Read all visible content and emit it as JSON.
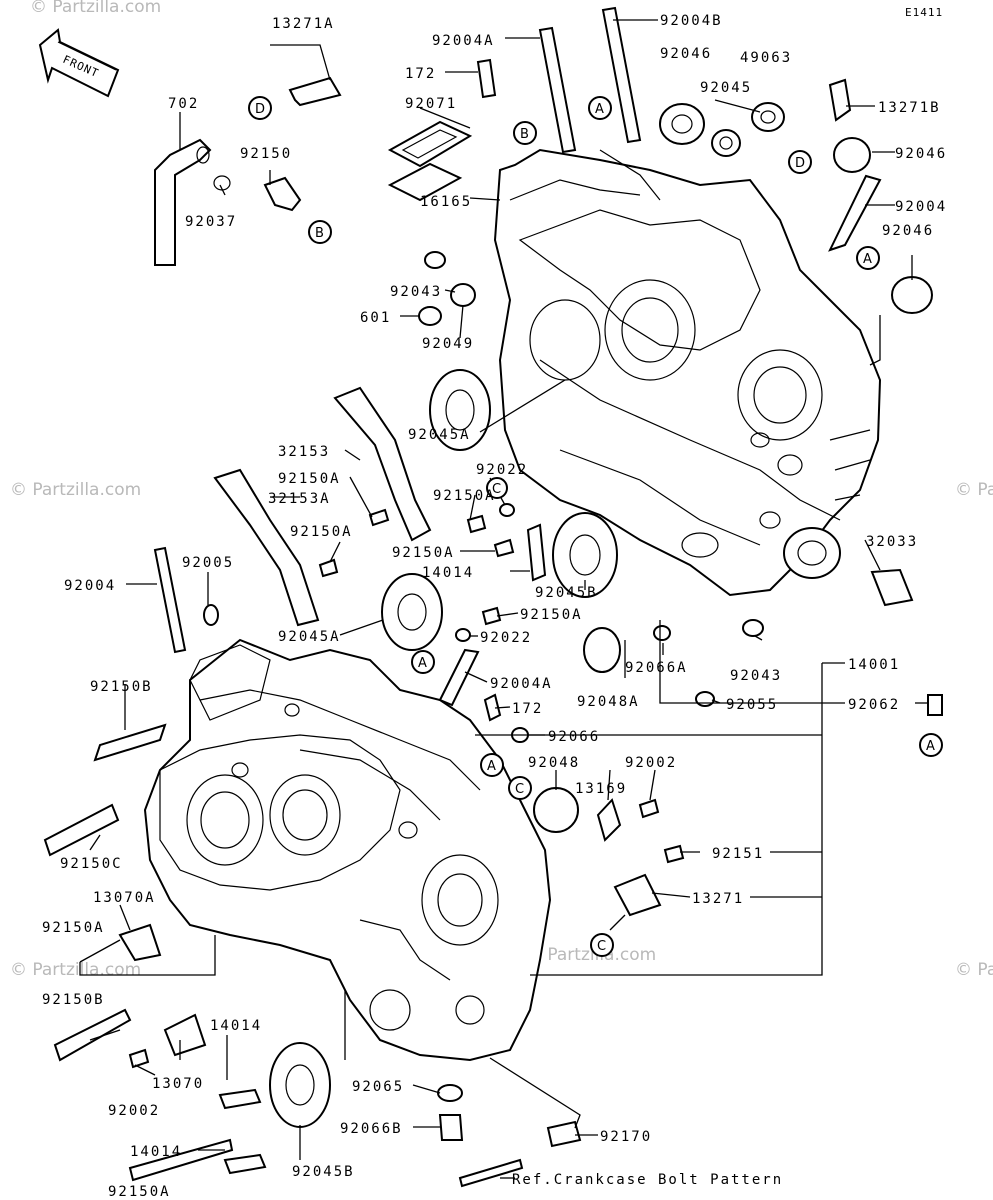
{
  "diagram_id": "E1411",
  "front_label": "FRONT",
  "watermark": "© Partzilla.com",
  "ref_note": "Ref.Crankcase Bolt Pattern",
  "labels": [
    "13271A",
    "702",
    "92150",
    "92037",
    "92004A",
    "92004B",
    "172",
    "92071",
    "16165",
    "92046",
    "49063",
    "92045",
    "13271B",
    "92046",
    "92004",
    "92046",
    "92043",
    "601",
    "92049",
    "92045A",
    "32153",
    "92150A",
    "32153A",
    "92150A",
    "92150A",
    "92022",
    "92150A",
    "14014",
    "92045B",
    "92150A",
    "92022",
    "32033",
    "92005",
    "92004",
    "92045A",
    "92004A",
    "172",
    "92066",
    "92150B",
    "92066A",
    "92043",
    "14001",
    "92048A",
    "92055",
    "92062",
    "92048",
    "92002",
    "13169",
    "92151",
    "92150C",
    "13070A",
    "13271",
    "92150A",
    "92150B",
    "13070",
    "14014",
    "92002",
    "92065",
    "92066B",
    "92170",
    "14014",
    "92045B",
    "92150A"
  ],
  "callouts": [
    "A",
    "B",
    "C",
    "D"
  ]
}
